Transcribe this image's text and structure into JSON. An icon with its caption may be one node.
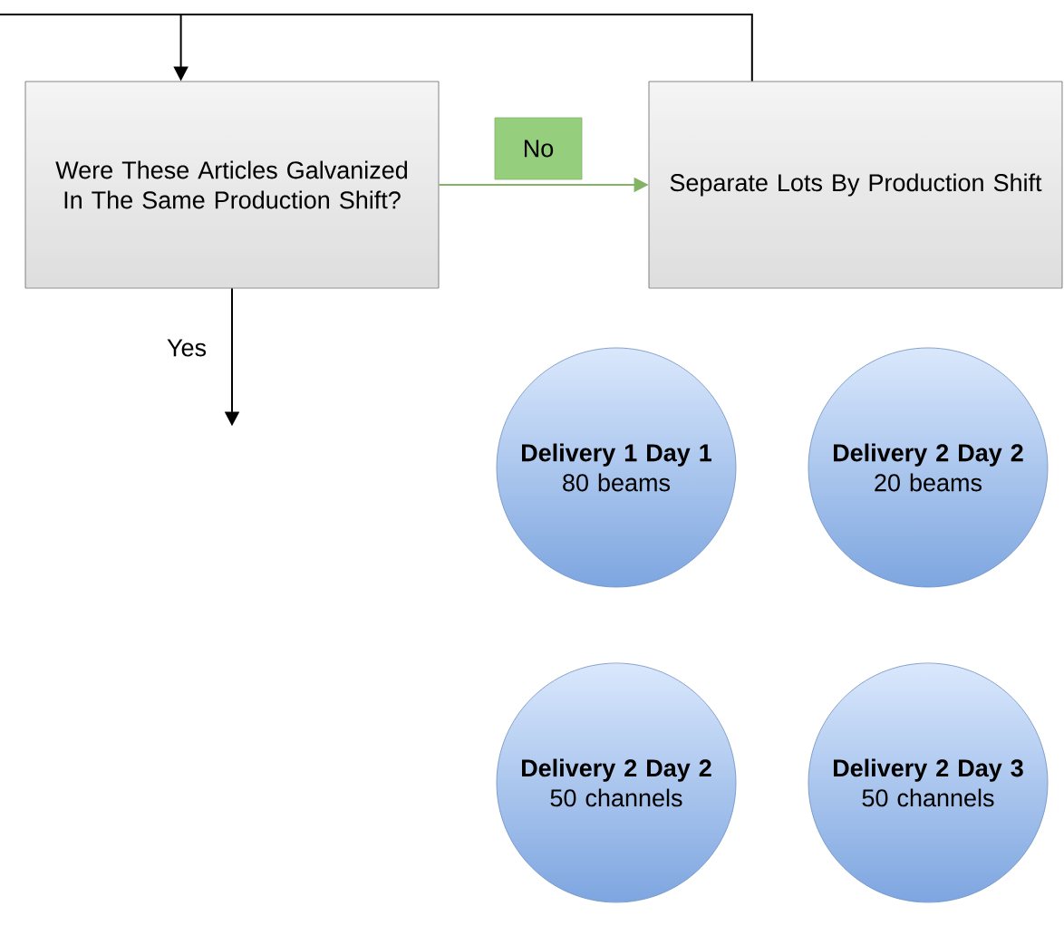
{
  "diagram": {
    "nodes": [
      {
        "text": [
          "Were These Articles Galvanized In The Same Production Shift?"
        ]
      },
      {
        "text": [
          "Separate Lots By Production Shift"
        ]
      },
      {
        "text": [
          "Delivery 1 Day 1",
          "80 beams"
        ]
      },
      {
        "text": [
          "Delivery 2 Day 2",
          "20 beams"
        ]
      },
      {
        "text": [
          "Delivery 2 Day 2",
          "50 channels"
        ]
      },
      {
        "text": [
          "Delivery 2 Day 3",
          "50 channels"
        ]
      }
    ],
    "edges": [
      {
        "from": 0,
        "to": 1,
        "arrow": "to",
        "label": "No",
        "color": "#82b366"
      },
      {
        "from": 1,
        "to": 0,
        "arrow": "to"
      },
      {
        "from": 0,
        "to": null,
        "arrow": "to",
        "label": "Yes"
      }
    ]
  }
}
